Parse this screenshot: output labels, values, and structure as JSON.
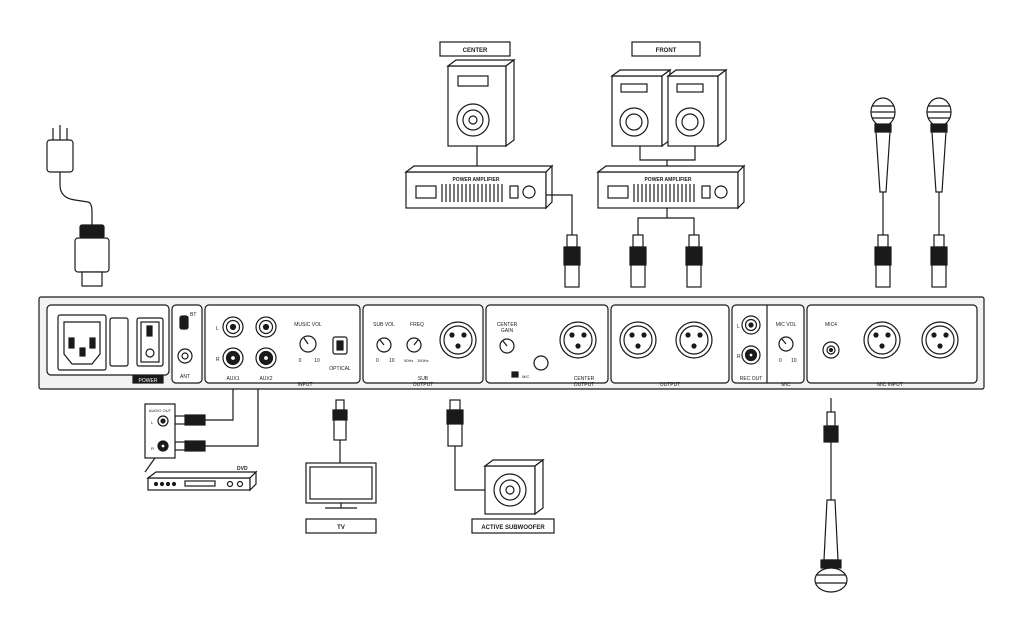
{
  "diagram": {
    "colors": {
      "line": "#1a1a1a",
      "fill": "#ffffff",
      "panel_fill": "#f2f2f2"
    },
    "device_boxes": {
      "center": "CENTER",
      "front": "FRONT",
      "tv": "TV",
      "active_subwoofer": "ACTIVE SUBWOOFER"
    },
    "amplifiers": {
      "center_amp": "POWER AMPLIFIER",
      "front_amp": "POWER AMPLIFIER"
    },
    "dvd_player": {
      "label": "DVD",
      "audio_out": "AUDIO OUT",
      "left": "L",
      "right": "R"
    },
    "rear_panel": {
      "power": "POWER",
      "ant": "ANT",
      "bt": "BT",
      "aux_l": "L",
      "aux_r": "R",
      "aux1": "AUX1",
      "aux2": "AUX2",
      "music_vol": "MUSIC VOL",
      "knob_min": "0",
      "knob_max": "10",
      "optical": "OPTICAL",
      "input_section": "INPUT",
      "sub_vol": "SUB VOL",
      "freq": "FREQ",
      "freq_min": "50Hz",
      "freq_max": "150Hz",
      "sub_output_line1": "SUB",
      "sub_output_line2": "OUTPUT",
      "center_gain_line1": "CENTER",
      "center_gain_line2": "GAIN",
      "mic_small": "MIC",
      "center_output_line1": "CENTER",
      "center_output_line2": "OUTPUT",
      "output_section": "OUTPUT",
      "rec_l": "L",
      "rec_r": "R",
      "rec_out": "REC OUT",
      "mic_vol": "MIC VOL",
      "mic_section": "MIC",
      "mic4": "MIC4",
      "mic_input_section": "MIC INPUT"
    }
  }
}
